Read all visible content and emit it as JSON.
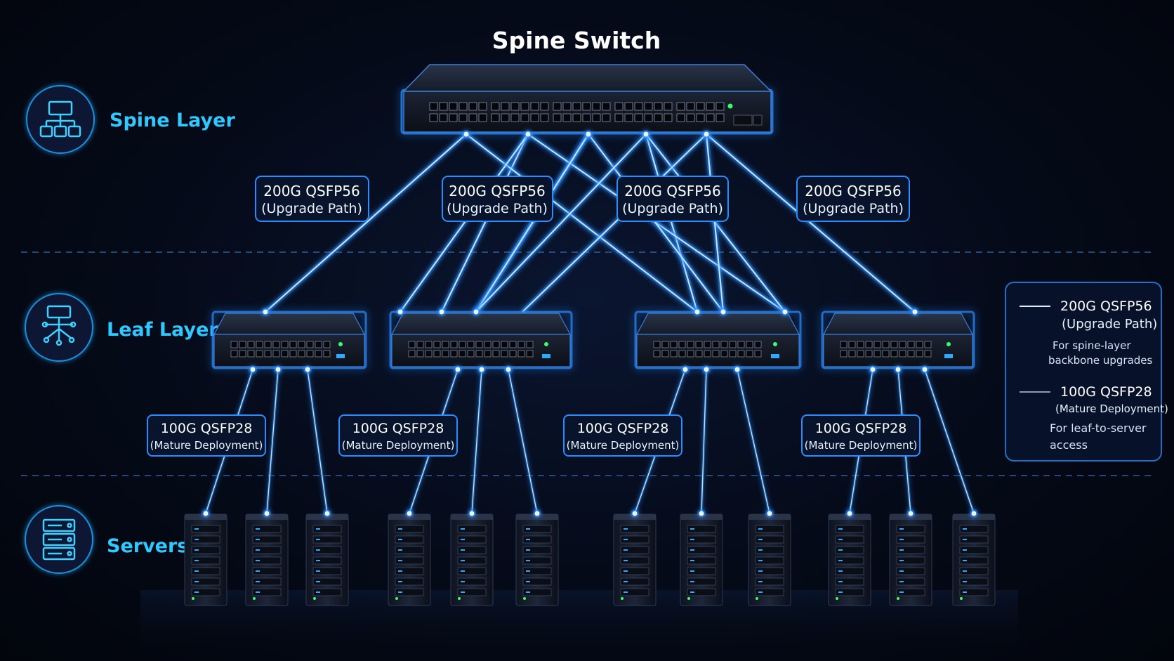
{
  "title": "Spine Switch",
  "layers": {
    "spine": "Spine Layer",
    "leaf": "Leaf Layer",
    "servers": "Servers"
  },
  "uplink_labels": [
    {
      "line1": "200G QSFP56",
      "line2": "(Upgrade Path)"
    },
    {
      "line1": "200G QSFP56",
      "line2": "(Upgrade Path)"
    },
    {
      "line1": "200G QSFP56",
      "line2": "(Upgrade Path)"
    },
    {
      "line1": "200G QSFP56",
      "line2": "(Upgrade Path)"
    }
  ],
  "downlink_labels": [
    {
      "line1": "100G QSFP28",
      "line2": "(Mature Deployment)"
    },
    {
      "line1": "100G QSFP28",
      "line2": "(Mature Deployment)"
    },
    {
      "line1": "100G QSFP28",
      "line2": "(Mature Deployment)"
    },
    {
      "line1": "100G QSFP28",
      "line2": "(Mature Deployment)"
    }
  ],
  "legend": {
    "item1": {
      "line1": "200G QSFP56",
      "line2": "(Upgrade Path)",
      "desc1": "For spine-layer",
      "desc2": "backbone upgrades"
    },
    "item2": {
      "line1": "100G QSFP28",
      "line2": "(Mature Deployment)",
      "desc1": "For leaf-to-server",
      "desc2": "access"
    }
  },
  "colors": {
    "accent": "#2fc8ff",
    "link_glow": "#2a8cff",
    "link_core": "#b8e4ff",
    "background": "#050a18"
  },
  "icons": {
    "spine": "hierarchy-network-icon",
    "leaf": "leaf-switch-icon",
    "servers": "server-rack-icon"
  }
}
